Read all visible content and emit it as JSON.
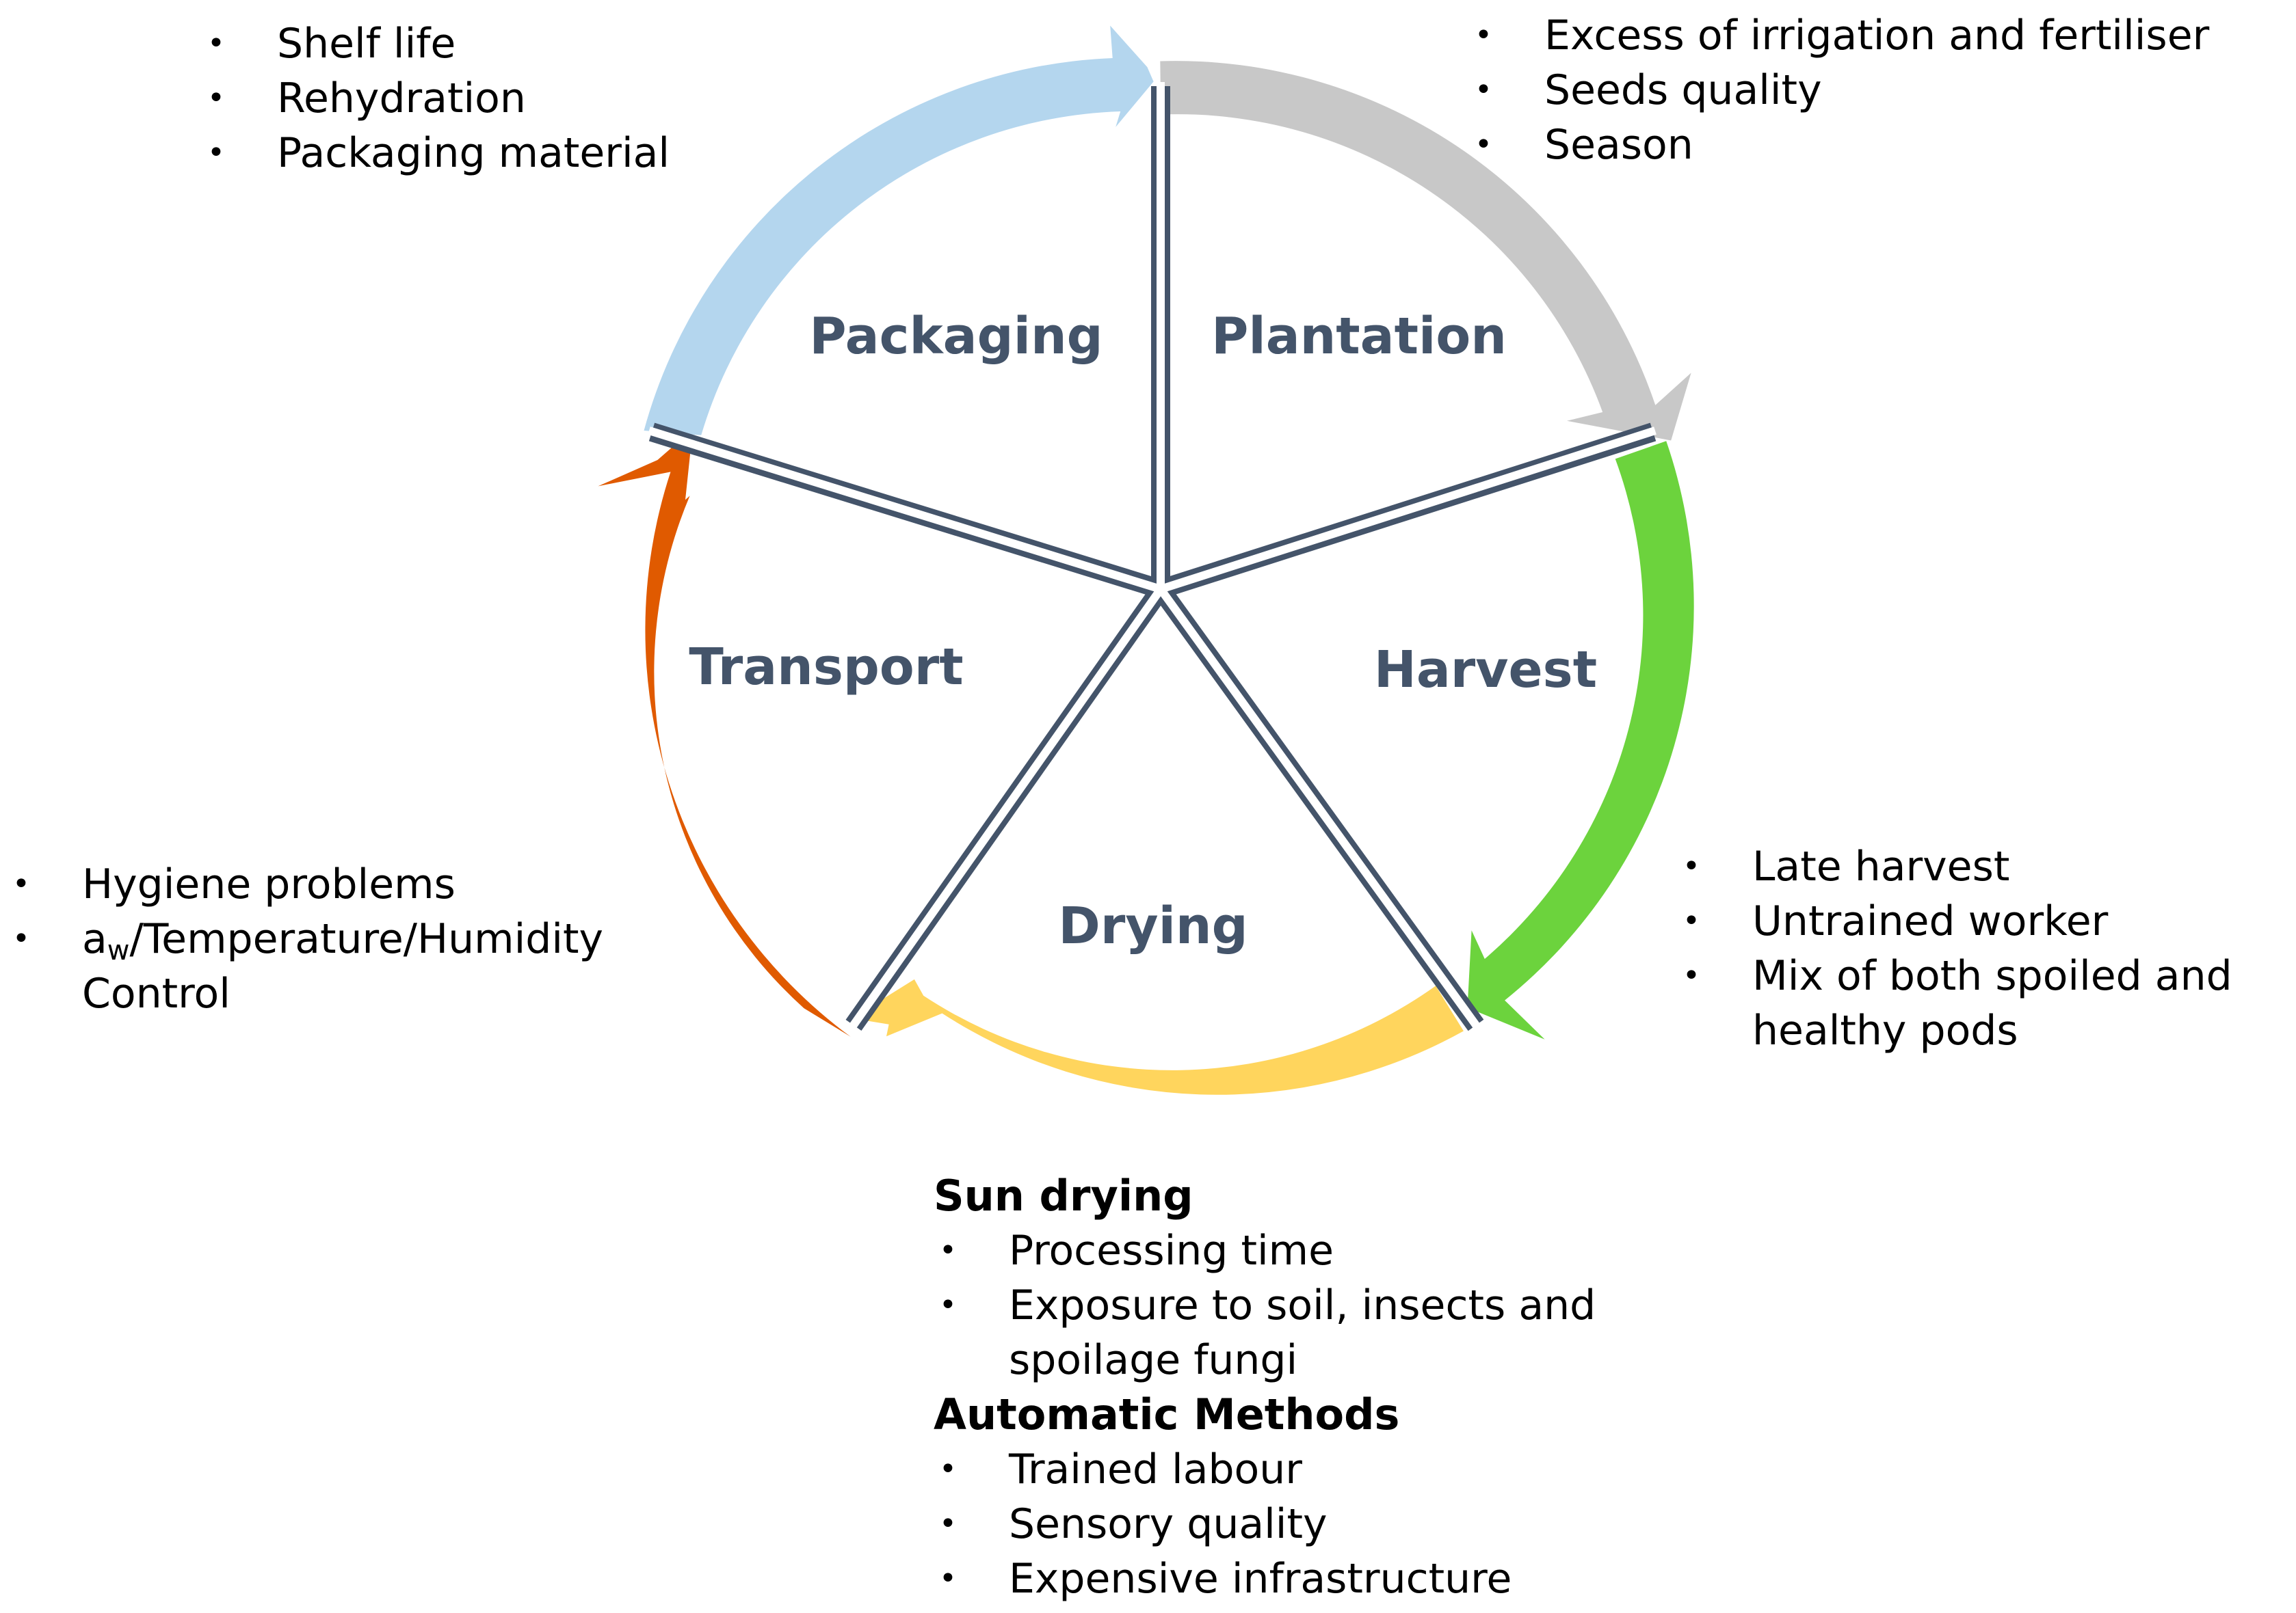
{
  "stages": {
    "packaging": "Packaging",
    "plantation": "Plantation",
    "harvest": "Harvest",
    "drying": "Drying",
    "transport": "Transport"
  },
  "arrow_colors": {
    "packaging": "#b4d6ee",
    "plantation": "#c8c8c8",
    "harvest": "#6cd33d",
    "drying": "#ffd55d",
    "transport": "#e05a00",
    "divider": "#44546a"
  },
  "notes": {
    "packaging": [
      "Shelf life",
      "Rehydration",
      "Packaging material"
    ],
    "plantation": [
      "Excess of irrigation and fertiliser",
      "Seeds quality",
      "Season"
    ],
    "harvest": [
      "Late harvest",
      "Untrained worker",
      "Mix of both spoiled and healthy pods"
    ],
    "transport": {
      "item1": "Hygiene problems",
      "aw_main": "a",
      "aw_sub": "w",
      "aw_rest": "/Temperature/Humidity Control"
    },
    "drying": {
      "sun_heading": "Sun drying",
      "sun_items": [
        "Processing time",
        "Exposure to soil, insects and spoilage fungi"
      ],
      "auto_heading": "Automatic Methods",
      "auto_items": [
        "Trained labour",
        "Sensory quality",
        "Expensive infrastructure"
      ]
    }
  }
}
